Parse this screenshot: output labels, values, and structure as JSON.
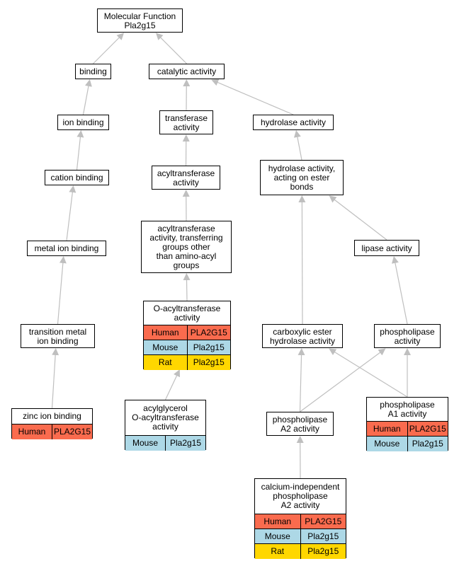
{
  "colors": {
    "edge": "#bfbfbf",
    "human": "#fa6b4e",
    "mouse": "#add8e6",
    "rat": "#ffd700"
  },
  "nodes": {
    "root": {
      "label": "Molecular Function\nPla2g15"
    },
    "binding": {
      "label": "binding"
    },
    "catalytic": {
      "label": "catalytic activity"
    },
    "ion_binding": {
      "label": "ion binding"
    },
    "transferase": {
      "label": "transferase\nactivity"
    },
    "hydrolase": {
      "label": "hydrolase activity"
    },
    "cation_binding": {
      "label": "cation binding"
    },
    "acyltransferase": {
      "label": "acyltransferase\nactivity"
    },
    "hydrolase_ester": {
      "label": "hydrolase activity,\nacting on ester\nbonds"
    },
    "acyltransferase_other": {
      "label": "acyltransferase\nactivity, transferring\ngroups other\nthan amino-acyl\ngroups"
    },
    "metal_ion_binding": {
      "label": "metal ion binding"
    },
    "lipase": {
      "label": "lipase activity"
    },
    "o_acyltransferase": {
      "label": "O-acyltransferase\nactivity",
      "rows": [
        {
          "organism": "Human",
          "gene": "PLA2G15"
        },
        {
          "organism": "Mouse",
          "gene": "Pla2g15"
        },
        {
          "organism": "Rat",
          "gene": "Pla2g15"
        }
      ]
    },
    "transition_metal": {
      "label": "transition metal\nion binding"
    },
    "carboxylic_ester": {
      "label": "carboxylic ester\nhydrolase activity"
    },
    "phospholipase": {
      "label": "phospholipase\nactivity"
    },
    "zinc_ion_binding": {
      "label": "zinc ion binding",
      "rows": [
        {
          "organism": "Human",
          "gene": "PLA2G15"
        }
      ]
    },
    "acylglycerol": {
      "label": "acylglycerol\nO-acyltransferase\nactivity",
      "rows": [
        {
          "organism": "Mouse",
          "gene": "Pla2g15"
        }
      ]
    },
    "phospholipase_a2": {
      "label": "phospholipase\nA2 activity"
    },
    "phospholipase_a1": {
      "label": "phospholipase\nA1 activity",
      "rows": [
        {
          "organism": "Human",
          "gene": "PLA2G15"
        },
        {
          "organism": "Mouse",
          "gene": "Pla2g15"
        }
      ]
    },
    "calcium_independent": {
      "label": "calcium-independent\nphospholipase\nA2 activity",
      "rows": [
        {
          "organism": "Human",
          "gene": "PLA2G15"
        },
        {
          "organism": "Mouse",
          "gene": "Pla2g15"
        },
        {
          "organism": "Rat",
          "gene": "Pla2g15"
        }
      ]
    }
  }
}
